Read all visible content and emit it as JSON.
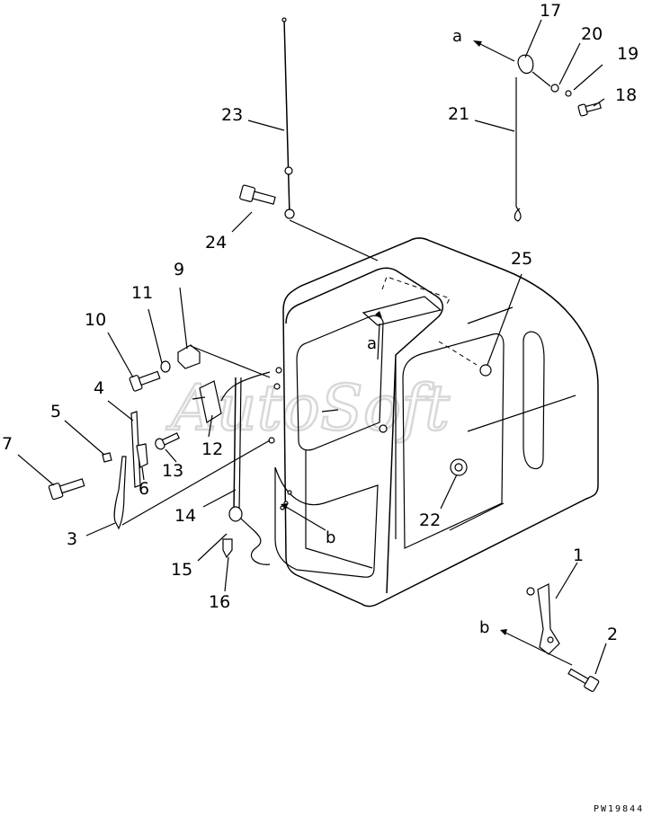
{
  "watermark": "AutoSoft",
  "drawing_code": "PW19844",
  "callouts": {
    "c1": "1",
    "c2": "2",
    "c3": "3",
    "c4": "4",
    "c5": "5",
    "c6": "6",
    "c7": "7",
    "c9": "9",
    "c10": "10",
    "c11": "11",
    "c12": "12",
    "c13": "13",
    "c14": "14",
    "c15": "15",
    "c16": "16",
    "c17": "17",
    "c18": "18",
    "c19": "19",
    "c20": "20",
    "c21": "21",
    "c22": "22",
    "c23": "23",
    "c24": "24",
    "c25": "25"
  },
  "view_labels": {
    "a_top": "a",
    "a_cab": "a",
    "b_cab": "b",
    "b_side": "b"
  }
}
